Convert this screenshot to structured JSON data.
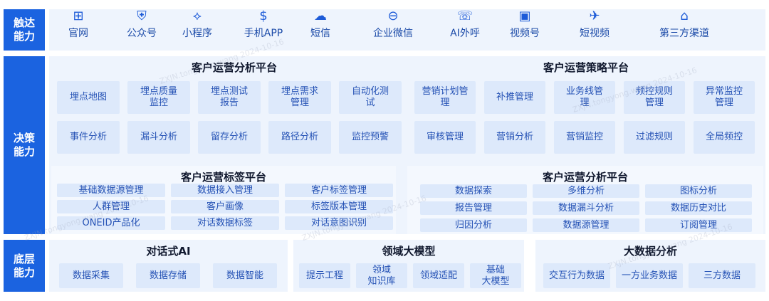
{
  "sections": {
    "reach": "触达\n能力",
    "decision": "决策\n能力",
    "base": "底层\n能力"
  },
  "channels": [
    {
      "label": "官网",
      "icon": "website-icon",
      "glyph": "⊞"
    },
    {
      "label": "公众号",
      "icon": "official-account-icon",
      "glyph": "⛨"
    },
    {
      "label": "小程序",
      "icon": "mini-program-icon",
      "glyph": "⟡"
    },
    {
      "label": "手机APP",
      "icon": "mobile-app-icon",
      "glyph": "$"
    },
    {
      "label": "短信",
      "icon": "sms-icon",
      "glyph": "☁"
    },
    {
      "label": "企业微信",
      "icon": "wecom-icon",
      "glyph": "⊖"
    },
    {
      "label": "AI外呼",
      "icon": "ai-call-icon",
      "glyph": "☏"
    },
    {
      "label": "视频号",
      "icon": "video-channel-icon",
      "glyph": "▣"
    },
    {
      "label": "短视频",
      "icon": "short-video-icon",
      "glyph": "✈"
    },
    {
      "label": "第三方渠道",
      "icon": "third-party-icon",
      "glyph": "⌂"
    }
  ],
  "analysis_platform": {
    "title": "客户运营分析平台",
    "items": [
      "埋点地图",
      "埋点质量\n监控",
      "埋点测试\n报告",
      "埋点需求\n管理",
      "自动化测\n试",
      "事件分析",
      "漏斗分析",
      "留存分析",
      "路径分析",
      "监控预警"
    ]
  },
  "strategy_platform": {
    "title": "客户运营策略平台",
    "items": [
      "营销计划管\n理",
      "补推管理",
      "业务线管\n理",
      "频控规则\n管理",
      "异常监控\n管理",
      "审核管理",
      "营销分析",
      "营销监控",
      "过滤规则",
      "全局频控"
    ]
  },
  "tag_platform": {
    "title": "客户运营标签平台",
    "items": [
      "基础数据源管理",
      "数据接入管理",
      "客户标签管理",
      "人群管理",
      "客户画像",
      "标签版本管理",
      "ONEID产品化",
      "对话数据标签",
      "对话意图识别"
    ]
  },
  "analysis_platform_2": {
    "title": "客户运营分析平台",
    "items": [
      "数据探索",
      "多维分析",
      "图标分析",
      "报告管理",
      "数据漏斗分析",
      "数据历史对比",
      "归因分析",
      "数据源管理",
      "订阅管理"
    ]
  },
  "dialog_ai": {
    "title": "对话式AI",
    "items": [
      "数据采集",
      "数据存储",
      "数据智能"
    ]
  },
  "domain_model": {
    "title": "领域大模型",
    "items": [
      "提示工程",
      "领域\n知识库",
      "领域适配",
      "基础\n大模型"
    ]
  },
  "big_data": {
    "title": "大数据分析",
    "items": [
      "交互行为数据",
      "一方业务数据",
      "三方数据"
    ]
  },
  "watermarks": [
    "ZXJN.tongyong.wang  2024-10-16",
    "ZXJN.tongyong.wang  2024-10-16",
    "ZXJN.tongyong.wang  2024-10-16",
    "ZXJN.tongyong.wang  2024-10-16",
    "ZXJN.tongyong.wang  2024-10-16"
  ]
}
